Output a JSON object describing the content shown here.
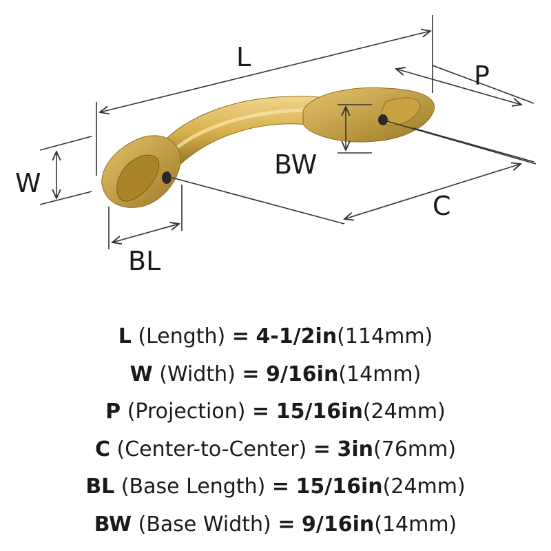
{
  "diagram": {
    "labels": {
      "L": "L",
      "W": "W",
      "P": "P",
      "BW": "BW",
      "C": "C",
      "BL": "BL"
    },
    "colors": {
      "metal_light": "#f1d58c",
      "metal_mid": "#d7b04c",
      "metal_dark": "#8f6d1e",
      "hole": "#2a2a2a",
      "lines": "#333333"
    }
  },
  "specs": [
    {
      "abbr": "L",
      "name": "(Length)",
      "eq": "=",
      "value": "4-1/2in",
      "metric": "(114mm)"
    },
    {
      "abbr": "W",
      "name": "(Width)",
      "eq": "=",
      "value": "9/16in",
      "metric": "(14mm)"
    },
    {
      "abbr": "P",
      "name": "(Projection)",
      "eq": "=",
      "value": "15/16in",
      "metric": "(24mm)"
    },
    {
      "abbr": "C",
      "name": "(Center-to-Center)",
      "eq": "=",
      "value": "3in",
      "metric": "(76mm)"
    },
    {
      "abbr": "BL",
      "name": "(Base Length)",
      "eq": "=",
      "value": "15/16in",
      "metric": "(24mm)"
    },
    {
      "abbr": "BW",
      "name": "(Base Width)",
      "eq": "=",
      "value": "9/16in",
      "metric": "(14mm)"
    }
  ]
}
